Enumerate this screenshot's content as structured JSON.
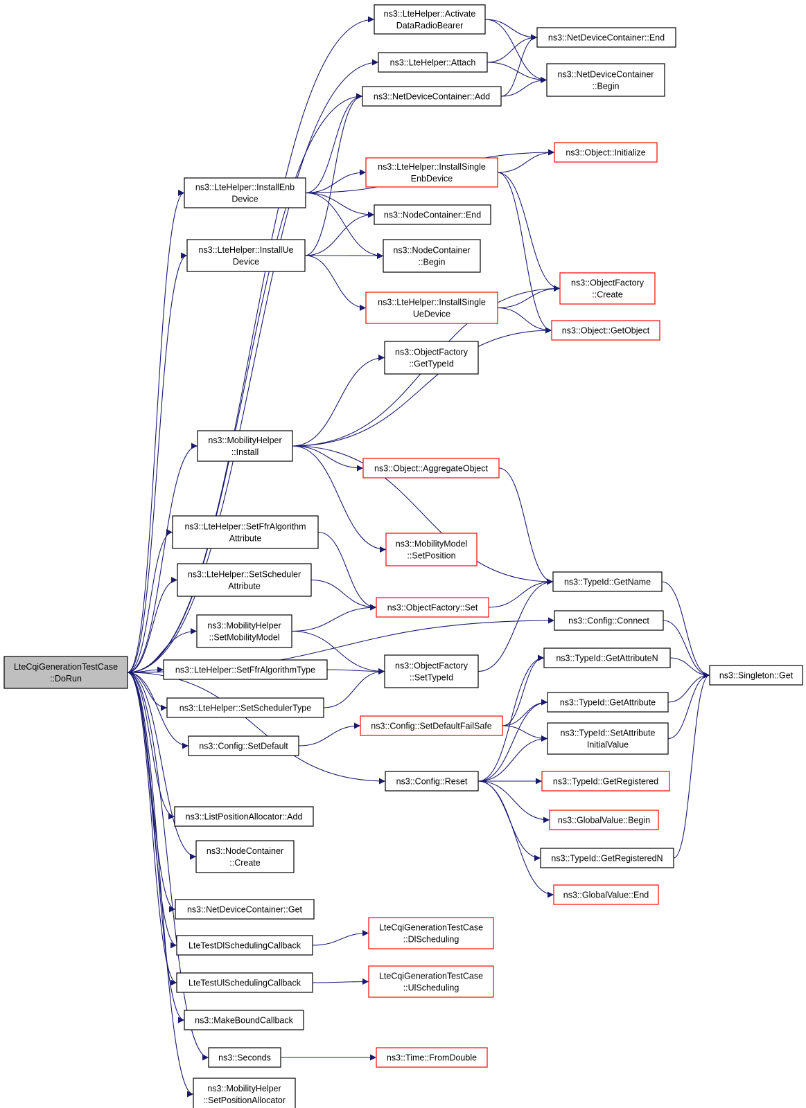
{
  "colors": {
    "edge": "#191970",
    "border_normal": "#000000",
    "border_truncated": "#ff0000",
    "fill_root": "#bfbfbf",
    "fill_normal": "#ffffff",
    "text": "#000000"
  },
  "nodes": [
    {
      "id": "dorun",
      "lines": [
        "LteCqiGenerationTestCase",
        "::DoRun"
      ],
      "style": "root"
    },
    {
      "id": "activatedrb",
      "lines": [
        "ns3::LteHelper::Activate",
        "DataRadioBearer"
      ],
      "style": "normal"
    },
    {
      "id": "ndc_end",
      "lines": [
        "ns3::NetDeviceContainer::End"
      ],
      "style": "normal"
    },
    {
      "id": "attach",
      "lines": [
        "ns3::LteHelper::Attach"
      ],
      "style": "normal"
    },
    {
      "id": "ndc_begin",
      "lines": [
        "ns3::NetDeviceContainer",
        "::Begin"
      ],
      "style": "normal"
    },
    {
      "id": "ndc_add",
      "lines": [
        "ns3::NetDeviceContainer::Add"
      ],
      "style": "normal"
    },
    {
      "id": "obj_init",
      "lines": [
        "ns3::Object::Initialize"
      ],
      "style": "truncated"
    },
    {
      "id": "installsenb",
      "lines": [
        "ns3::LteHelper::InstallSingle",
        "EnbDevice"
      ],
      "style": "truncated"
    },
    {
      "id": "installenb",
      "lines": [
        "ns3::LteHelper::InstallEnb",
        "Device"
      ],
      "style": "normal"
    },
    {
      "id": "nc_end",
      "lines": [
        "ns3::NodeContainer::End"
      ],
      "style": "normal"
    },
    {
      "id": "installue",
      "lines": [
        "ns3::LteHelper::InstallUe",
        "Device"
      ],
      "style": "normal"
    },
    {
      "id": "nc_begin",
      "lines": [
        "ns3::NodeContainer",
        "::Begin"
      ],
      "style": "normal"
    },
    {
      "id": "of_create",
      "lines": [
        "ns3::ObjectFactory",
        "::Create"
      ],
      "style": "truncated"
    },
    {
      "id": "installsue",
      "lines": [
        "ns3::LteHelper::InstallSingle",
        "UeDevice"
      ],
      "style": "truncated"
    },
    {
      "id": "getobject",
      "lines": [
        "ns3::Object::GetObject"
      ],
      "style": "truncated"
    },
    {
      "id": "of_gettypeid",
      "lines": [
        "ns3::ObjectFactory",
        "::GetTypeId"
      ],
      "style": "normal"
    },
    {
      "id": "mh_install",
      "lines": [
        "ns3::MobilityHelper",
        "::Install"
      ],
      "style": "normal"
    },
    {
      "id": "aggregate",
      "lines": [
        "ns3::Object::AggregateObject"
      ],
      "style": "truncated"
    },
    {
      "id": "mm_setpos",
      "lines": [
        "ns3::MobilityModel",
        "::SetPosition"
      ],
      "style": "truncated"
    },
    {
      "id": "setffrattr",
      "lines": [
        "ns3::LteHelper::SetFfrAlgorithm",
        "Attribute"
      ],
      "style": "normal"
    },
    {
      "id": "tid_getname",
      "lines": [
        "ns3::TypeId::GetName"
      ],
      "style": "normal"
    },
    {
      "id": "setschedattr",
      "lines": [
        "ns3::LteHelper::SetScheduler",
        "Attribute"
      ],
      "style": "normal"
    },
    {
      "id": "of_set",
      "lines": [
        "ns3::ObjectFactory::Set"
      ],
      "style": "truncated"
    },
    {
      "id": "cfg_connect",
      "lines": [
        "ns3::Config::Connect"
      ],
      "style": "normal"
    },
    {
      "id": "mh_setmm",
      "lines": [
        "ns3::MobilityHelper",
        "::SetMobilityModel"
      ],
      "style": "normal"
    },
    {
      "id": "tid_getattrn",
      "lines": [
        "ns3::TypeId::GetAttributeN"
      ],
      "style": "normal"
    },
    {
      "id": "setffrtype",
      "lines": [
        "ns3::LteHelper::SetFfrAlgorithmType"
      ],
      "style": "normal"
    },
    {
      "id": "of_settypeid",
      "lines": [
        "ns3::ObjectFactory",
        "::SetTypeId"
      ],
      "style": "normal"
    },
    {
      "id": "singleton_get",
      "lines": [
        "ns3::Singleton::Get"
      ],
      "style": "normal"
    },
    {
      "id": "tid_getattr",
      "lines": [
        "ns3::TypeId::GetAttribute"
      ],
      "style": "normal"
    },
    {
      "id": "setschedtype",
      "lines": [
        "ns3::LteHelper::SetSchedulerType"
      ],
      "style": "normal"
    },
    {
      "id": "cfg_setdfs",
      "lines": [
        "ns3::Config::SetDefaultFailSafe"
      ],
      "style": "truncated"
    },
    {
      "id": "tid_setattrinit",
      "lines": [
        "ns3::TypeId::SetAttribute",
        "InitialValue"
      ],
      "style": "normal"
    },
    {
      "id": "cfg_setdefault",
      "lines": [
        "ns3::Config::SetDefault"
      ],
      "style": "normal"
    },
    {
      "id": "cfg_reset",
      "lines": [
        "ns3::Config::Reset"
      ],
      "style": "normal"
    },
    {
      "id": "tid_getreg",
      "lines": [
        "ns3::TypeId::GetRegistered"
      ],
      "style": "truncated"
    },
    {
      "id": "lpa_add",
      "lines": [
        "ns3::ListPositionAllocator::Add"
      ],
      "style": "normal"
    },
    {
      "id": "gv_begin",
      "lines": [
        "ns3::GlobalValue::Begin"
      ],
      "style": "truncated"
    },
    {
      "id": "nc_create",
      "lines": [
        "ns3::NodeContainer",
        "::Create"
      ],
      "style": "normal"
    },
    {
      "id": "tid_getregn",
      "lines": [
        "ns3::TypeId::GetRegisteredN"
      ],
      "style": "normal"
    },
    {
      "id": "gv_end",
      "lines": [
        "ns3::GlobalValue::End"
      ],
      "style": "truncated"
    },
    {
      "id": "ndc_get",
      "lines": [
        "ns3::NetDeviceContainer::Get"
      ],
      "style": "normal"
    },
    {
      "id": "dlcb",
      "lines": [
        "LteTestDlSchedulingCallback"
      ],
      "style": "normal"
    },
    {
      "id": "dlsched",
      "lines": [
        "LteCqiGenerationTestCase",
        "::DlScheduling"
      ],
      "style": "truncated"
    },
    {
      "id": "ulcb",
      "lines": [
        "LteTestUlSchedulingCallback"
      ],
      "style": "normal"
    },
    {
      "id": "ulsched",
      "lines": [
        "LteCqiGenerationTestCase",
        "::UlScheduling"
      ],
      "style": "truncated"
    },
    {
      "id": "mbc",
      "lines": [
        "ns3::MakeBoundCallback"
      ],
      "style": "normal"
    },
    {
      "id": "seconds",
      "lines": [
        "ns3::Seconds"
      ],
      "style": "normal"
    },
    {
      "id": "time_fromdouble",
      "lines": [
        "ns3::Time::FromDouble"
      ],
      "style": "truncated"
    },
    {
      "id": "mh_setposalloc",
      "lines": [
        "ns3::MobilityHelper",
        "::SetPositionAllocator"
      ],
      "style": "normal"
    }
  ],
  "edges": [
    [
      "dorun",
      "activatedrb"
    ],
    [
      "dorun",
      "attach"
    ],
    [
      "dorun",
      "ndc_add"
    ],
    [
      "dorun",
      "installenb"
    ],
    [
      "dorun",
      "installue"
    ],
    [
      "dorun",
      "mh_install"
    ],
    [
      "dorun",
      "setffrattr"
    ],
    [
      "dorun",
      "setschedattr"
    ],
    [
      "dorun",
      "mh_setmm"
    ],
    [
      "dorun",
      "setffrtype"
    ],
    [
      "dorun",
      "setschedtype"
    ],
    [
      "dorun",
      "cfg_setdefault"
    ],
    [
      "dorun",
      "cfg_connect"
    ],
    [
      "dorun",
      "cfg_reset"
    ],
    [
      "dorun",
      "lpa_add"
    ],
    [
      "dorun",
      "nc_create"
    ],
    [
      "dorun",
      "ndc_get"
    ],
    [
      "dorun",
      "dlcb"
    ],
    [
      "dorun",
      "ulcb"
    ],
    [
      "dorun",
      "mbc"
    ],
    [
      "dorun",
      "seconds"
    ],
    [
      "dorun",
      "mh_setposalloc"
    ],
    [
      "activatedrb",
      "ndc_end"
    ],
    [
      "activatedrb",
      "ndc_begin"
    ],
    [
      "attach",
      "ndc_end"
    ],
    [
      "attach",
      "ndc_begin"
    ],
    [
      "ndc_add",
      "ndc_begin"
    ],
    [
      "ndc_add",
      "ndc_end"
    ],
    [
      "installenb",
      "ndc_add"
    ],
    [
      "installenb",
      "obj_init"
    ],
    [
      "installenb",
      "installsenb"
    ],
    [
      "installenb",
      "nc_end"
    ],
    [
      "installenb",
      "nc_begin"
    ],
    [
      "installsenb",
      "obj_init"
    ],
    [
      "installsenb",
      "of_create"
    ],
    [
      "installsenb",
      "getobject"
    ],
    [
      "installue",
      "ndc_add"
    ],
    [
      "installue",
      "nc_end"
    ],
    [
      "installue",
      "nc_begin"
    ],
    [
      "installue",
      "installsue"
    ],
    [
      "installsue",
      "of_create"
    ],
    [
      "installsue",
      "getobject"
    ],
    [
      "mh_install",
      "of_gettypeid"
    ],
    [
      "mh_install",
      "of_create"
    ],
    [
      "mh_install",
      "getobject"
    ],
    [
      "mh_install",
      "aggregate"
    ],
    [
      "mh_install",
      "mm_setpos"
    ],
    [
      "mh_install",
      "tid_getname"
    ],
    [
      "aggregate",
      "tid_getname"
    ],
    [
      "setffrattr",
      "of_set"
    ],
    [
      "setschedattr",
      "of_set"
    ],
    [
      "mh_setmm",
      "of_set"
    ],
    [
      "mh_setmm",
      "of_settypeid"
    ],
    [
      "setffrtype",
      "of_settypeid"
    ],
    [
      "setschedtype",
      "of_settypeid"
    ],
    [
      "of_set",
      "tid_getname"
    ],
    [
      "of_settypeid",
      "tid_getname"
    ],
    [
      "tid_getname",
      "singleton_get"
    ],
    [
      "cfg_connect",
      "singleton_get"
    ],
    [
      "tid_getattrn",
      "singleton_get"
    ],
    [
      "tid_getattr",
      "singleton_get"
    ],
    [
      "tid_setattrinit",
      "singleton_get"
    ],
    [
      "tid_getregn",
      "singleton_get"
    ],
    [
      "cfg_setdefault",
      "cfg_setdfs"
    ],
    [
      "cfg_setdfs",
      "tid_getattrn"
    ],
    [
      "cfg_setdfs",
      "tid_getattr"
    ],
    [
      "cfg_setdfs",
      "tid_setattrinit"
    ],
    [
      "cfg_reset",
      "tid_getattrn"
    ],
    [
      "cfg_reset",
      "tid_getattr"
    ],
    [
      "cfg_reset",
      "tid_setattrinit"
    ],
    [
      "cfg_reset",
      "tid_getreg"
    ],
    [
      "cfg_reset",
      "gv_begin"
    ],
    [
      "cfg_reset",
      "tid_getregn"
    ],
    [
      "cfg_reset",
      "gv_end"
    ],
    [
      "dlcb",
      "dlsched"
    ],
    [
      "ulcb",
      "ulsched"
    ],
    [
      "seconds",
      "time_fromdouble"
    ]
  ]
}
